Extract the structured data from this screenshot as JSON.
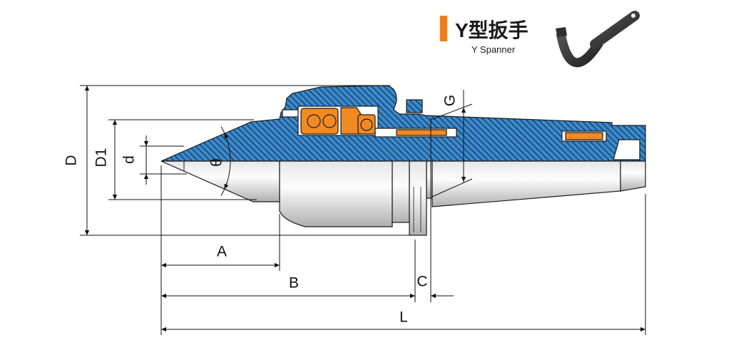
{
  "header": {
    "title": "Y型扳手",
    "subtitle": "Y Spanner",
    "accent_color": "#f07a1e",
    "icon": "hook-spanner-icon"
  },
  "drawing": {
    "labels": {
      "D": "D",
      "D1": "D1",
      "d": "d",
      "theta": "θ",
      "G": "G",
      "A": "A",
      "B": "B",
      "C": "C",
      "L": "L"
    },
    "colors": {
      "section_fill": "#3a8bcc",
      "hatch": "#1d4677",
      "bearing": "#f08a24",
      "body_shade": "#b0b0b0"
    }
  }
}
